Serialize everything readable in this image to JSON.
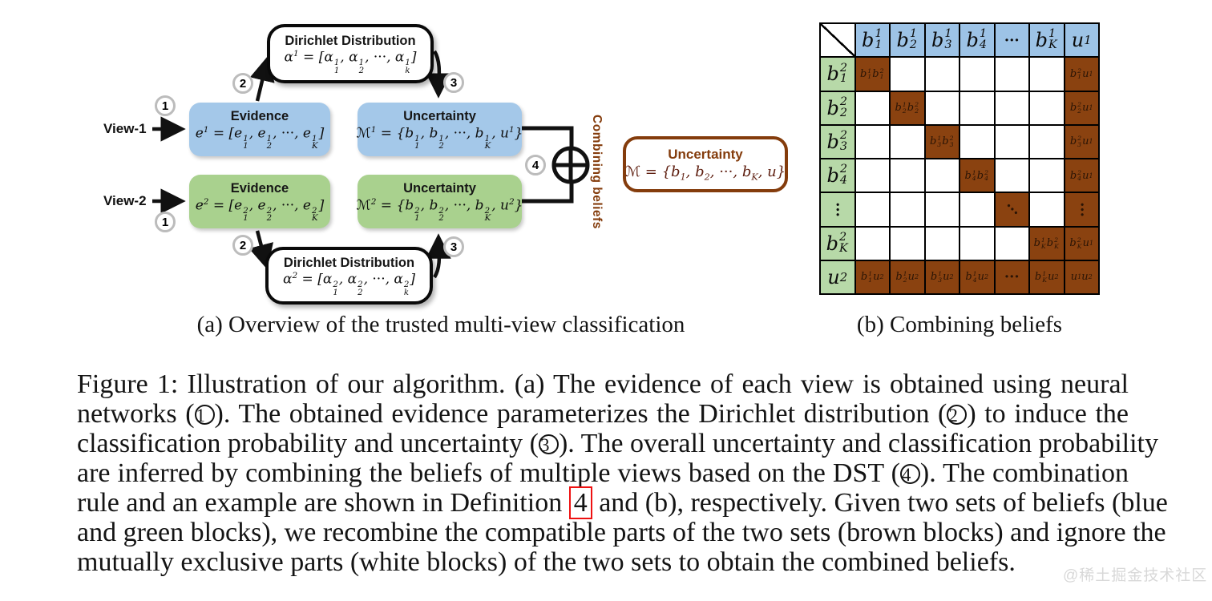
{
  "colors": {
    "box_blue": "#a4c8e9",
    "box_green": "#a9d18e",
    "brown_accent": "#843c0c",
    "matrix_blue": "#9dc3e6",
    "matrix_green": "#b7d9a8",
    "matrix_brown": "#8a4210",
    "definition_ref_box": "#ee1111",
    "badge_ring": "#bcbcbc",
    "watermark_gray": "#d8d8d8"
  },
  "panel_a": {
    "caption": "(a) Overview of the trusted multi-view classification",
    "view1_label": "View-1",
    "view2_label": "View-2",
    "combining_label": "Combining beliefs",
    "badges": [
      {
        "label": "1"
      },
      {
        "label": "2"
      },
      {
        "label": "3"
      },
      {
        "label": "4"
      }
    ],
    "dirichlet1": {
      "title": "Dirichlet Distribution",
      "formula": "α^{1} = [α_{1}^{1}, α_{2}^{1}, ⋯, α_{k}^{1}]"
    },
    "dirichlet2": {
      "title": "Dirichlet Distribution",
      "formula": "α^{2} = [α_{1}^{2}, α_{2}^{2}, ⋯, α_{k}^{2}]"
    },
    "evidence1": {
      "title": "Evidence",
      "formula": "e^{1} = [e_{1}^{1}, e_{2}^{1}, ⋯, e_{K}^{1}]"
    },
    "evidence2": {
      "title": "Evidence",
      "formula": "e^{2} = [e_{1}^{2}, e_{2}^{2}, ⋯, e_{K}^{2}]"
    },
    "uncertainty1": {
      "title": "Uncertainty",
      "formula": "ℳ^{1} = {b_{1}^{1}, b_{2}^{1}, ⋯, b_{K}^{1}, u^{1}}"
    },
    "uncertainty2": {
      "title": "Uncertainty",
      "formula": "ℳ^{2} = {b_{1}^{2}, b_{2}^{2}, ⋯, b_{K}^{2}, u^{2}}"
    },
    "combined": {
      "title": "Uncertainty",
      "formula": "ℳ = {b_{1}, b_{2}, ⋯, b_{K}, u}"
    }
  },
  "panel_b": {
    "caption": "(b) Combining beliefs",
    "matrix": {
      "col_headers": [
        "b_{1}^{1}",
        "b_{2}^{1}",
        "b_{3}^{1}",
        "b_{4}^{1}",
        "⋯",
        "b_{K}^{1}",
        "u^{1}"
      ],
      "row_headers": [
        "b_{1}^{2}",
        "b_{2}^{2}",
        "b_{3}^{2}",
        "b_{4}^{2}",
        "⋮",
        "b_{K}^{2}",
        "u^{2}"
      ],
      "cells": [
        [
          "b_{1}^{1}b_{1}^{2}",
          "",
          "",
          "",
          "",
          "",
          "b_{1}^{2}u^{1}"
        ],
        [
          "",
          "b_{2}^{1}b_{2}^{2}",
          "",
          "",
          "",
          "",
          "b_{2}^{2}u^{1}"
        ],
        [
          "",
          "",
          "b_{3}^{1}b_{3}^{2}",
          "",
          "",
          "",
          "b_{3}^{2}u^{1}"
        ],
        [
          "",
          "",
          "",
          "b_{4}^{1}b_{4}^{2}",
          "",
          "",
          "b_{4}^{2}u^{1}"
        ],
        [
          "",
          "",
          "",
          "",
          "⋱",
          "",
          "⋮"
        ],
        [
          "",
          "",
          "",
          "",
          "",
          "b_{K}^{1}b_{K}^{2}",
          "b_{K}^{2}u^{1}"
        ],
        [
          "b_{1}^{1}u^{2}",
          "b_{2}^{1}u^{2}",
          "b_{3}^{1}u^{2}",
          "b_{4}^{1}u^{2}",
          "⋯",
          "b_{K}^{1}u^{2}",
          "u^{1}u^{2}"
        ]
      ]
    }
  },
  "caption": {
    "lines": [
      "Figure 1: Illustration of our algorithm. (a) The evidence of each view is obtained using neural",
      "networks (①). The obtained evidence parameterizes the Dirichlet distribution (②) to induce the",
      "classification probability and uncertainty (③). The overall uncertainty and classification probability",
      "are inferred by combining the beliefs of multiple views based on the DST (④). The combination",
      "rule and an example are shown in Definition ⟦4⟧ and (b), respectively. Given two sets of beliefs (blue",
      "and green blocks), we recombine the compatible parts of the two sets (brown blocks) and ignore the",
      "mutually exclusive parts (white blocks) of the two sets to obtain the combined beliefs."
    ]
  },
  "watermark": "@稀土掘金技术社区"
}
